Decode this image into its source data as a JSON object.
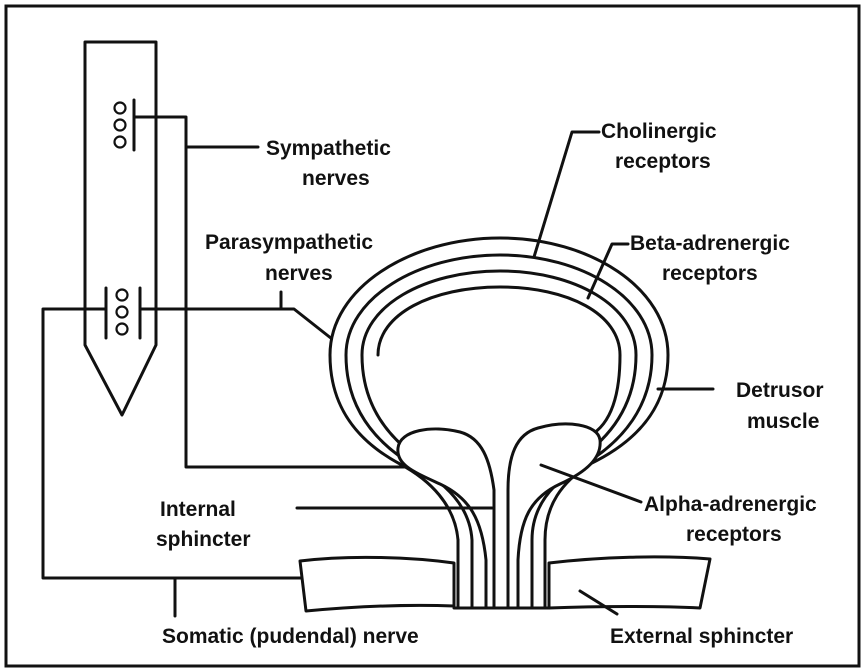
{
  "labels": {
    "sympathetic_1": "Sympathetic",
    "sympathetic_2": "nerves",
    "parasympathetic_1": "Parasympathetic",
    "parasympathetic_2": "nerves",
    "cholinergic_1": "Cholinergic",
    "cholinergic_2": "receptors",
    "beta_1": "Beta-adrenergic",
    "beta_2": "receptors",
    "detrusor_1": "Detrusor",
    "detrusor_2": "muscle",
    "internal_1": "Internal",
    "internal_2": "sphincter",
    "alpha_1": "Alpha-adrenergic",
    "alpha_2": "receptors",
    "somatic": "Somatic (pudendal) nerve",
    "external": "External sphincter"
  }
}
